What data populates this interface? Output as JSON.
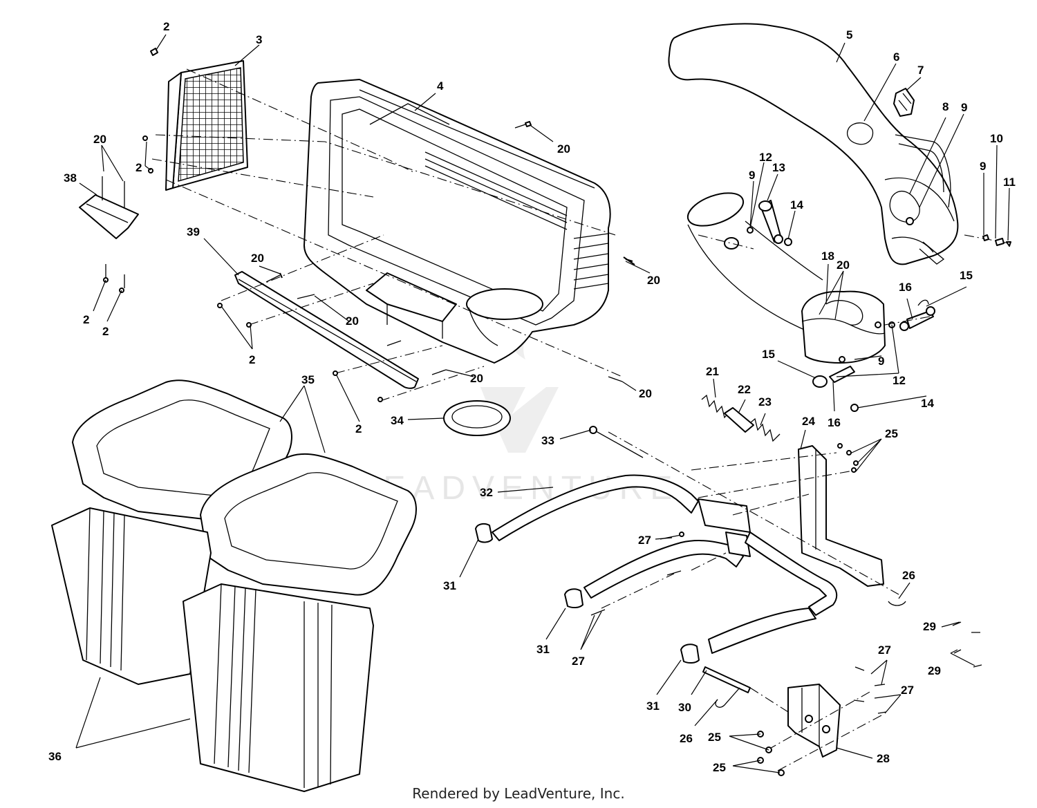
{
  "watermark": "LEADVENTURE",
  "footer": "Rendered by LeadVenture, Inc.",
  "labels": [
    {
      "id": "l2a",
      "text": "2"
    },
    {
      "id": "l3",
      "text": "3"
    },
    {
      "id": "l4",
      "text": "4"
    },
    {
      "id": "l5",
      "text": "5"
    },
    {
      "id": "l6",
      "text": "6"
    },
    {
      "id": "l7",
      "text": "7"
    },
    {
      "id": "l8",
      "text": "8"
    },
    {
      "id": "l9a",
      "text": "9"
    },
    {
      "id": "l20a",
      "text": "20"
    },
    {
      "id": "l2b",
      "text": "2"
    },
    {
      "id": "l38",
      "text": "38"
    },
    {
      "id": "l20b",
      "text": "20"
    },
    {
      "id": "l12a",
      "text": "12"
    },
    {
      "id": "l13",
      "text": "13"
    },
    {
      "id": "l9b",
      "text": "9"
    },
    {
      "id": "l14a",
      "text": "14"
    },
    {
      "id": "l10",
      "text": "10"
    },
    {
      "id": "l11",
      "text": "11"
    },
    {
      "id": "l9c",
      "text": "9"
    },
    {
      "id": "l39",
      "text": "39"
    },
    {
      "id": "l20c",
      "text": "20"
    },
    {
      "id": "l20d",
      "text": "20"
    },
    {
      "id": "l18",
      "text": "18"
    },
    {
      "id": "l20e",
      "text": "20"
    },
    {
      "id": "l2c",
      "text": "2"
    },
    {
      "id": "l2d",
      "text": "2"
    },
    {
      "id": "l20f",
      "text": "20"
    },
    {
      "id": "l15a",
      "text": "15"
    },
    {
      "id": "l16a",
      "text": "16"
    },
    {
      "id": "l2e",
      "text": "2"
    },
    {
      "id": "l9d",
      "text": "9"
    },
    {
      "id": "l15b",
      "text": "15"
    },
    {
      "id": "l12b",
      "text": "12"
    },
    {
      "id": "l35",
      "text": "35"
    },
    {
      "id": "l20g",
      "text": "20"
    },
    {
      "id": "l20h",
      "text": "20"
    },
    {
      "id": "l21",
      "text": "21"
    },
    {
      "id": "l22",
      "text": "22"
    },
    {
      "id": "l23",
      "text": "23"
    },
    {
      "id": "l14b",
      "text": "14"
    },
    {
      "id": "l16b",
      "text": "16"
    },
    {
      "id": "l34",
      "text": "34"
    },
    {
      "id": "l2f",
      "text": "2"
    },
    {
      "id": "l33",
      "text": "33"
    },
    {
      "id": "l24",
      "text": "24"
    },
    {
      "id": "l25a",
      "text": "25"
    },
    {
      "id": "l32",
      "text": "32"
    },
    {
      "id": "l27a",
      "text": "27"
    },
    {
      "id": "l31a",
      "text": "31"
    },
    {
      "id": "l26a",
      "text": "26"
    },
    {
      "id": "l31b",
      "text": "31"
    },
    {
      "id": "l27b",
      "text": "27"
    },
    {
      "id": "l29a",
      "text": "29"
    },
    {
      "id": "l27c",
      "text": "27"
    },
    {
      "id": "l29b",
      "text": "29"
    },
    {
      "id": "l27d",
      "text": "27"
    },
    {
      "id": "l31c",
      "text": "31"
    },
    {
      "id": "l30",
      "text": "30"
    },
    {
      "id": "l26b",
      "text": "26"
    },
    {
      "id": "l25b",
      "text": "25"
    },
    {
      "id": "l36",
      "text": "36"
    },
    {
      "id": "l28",
      "text": "28"
    },
    {
      "id": "l25c",
      "text": "25"
    }
  ]
}
